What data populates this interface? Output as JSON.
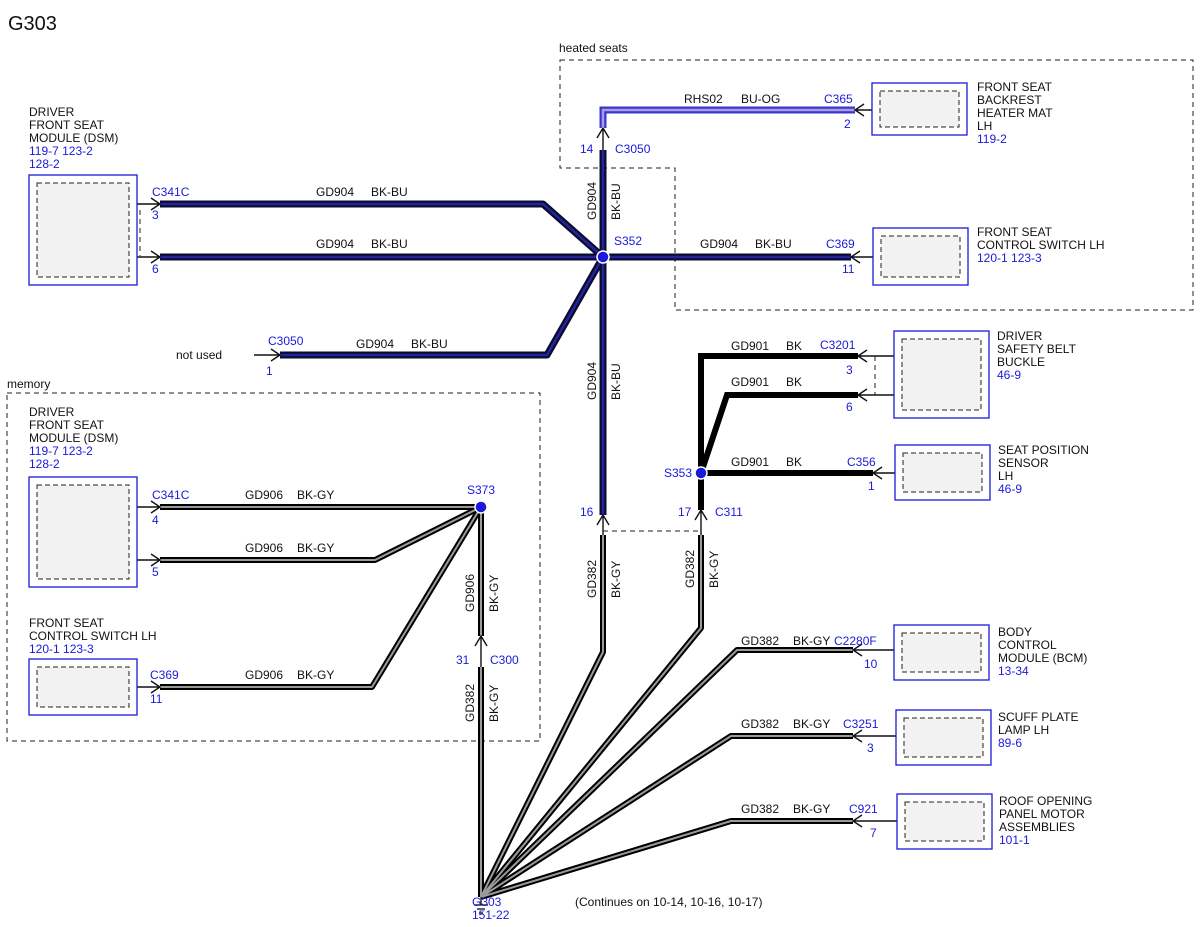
{
  "page_title": "G303",
  "sections": {
    "heated": "heated seats",
    "memory": "memory"
  },
  "not_used": "not used",
  "continues": "(Continues on 10-14, 10-16, 10-17)",
  "components": [
    {
      "id": "dsm-top",
      "lines": [
        "DRIVER",
        "FRONT SEAT",
        "MODULE (DSM)"
      ],
      "refs": [
        "119-7  123-2",
        "128-2"
      ]
    },
    {
      "id": "backrest",
      "lines": [
        "FRONT SEAT",
        "BACKREST",
        "HEATER MAT",
        "LH"
      ],
      "refs": [
        "119-2"
      ]
    },
    {
      "id": "switch-right",
      "lines": [
        "FRONT SEAT",
        "CONTROL SWITCH LH"
      ],
      "refs": [
        "120-1  123-3"
      ]
    },
    {
      "id": "buckle",
      "lines": [
        "DRIVER",
        "SAFETY BELT",
        "BUCKLE"
      ],
      "refs": [
        "46-9"
      ]
    },
    {
      "id": "pos-sensor",
      "lines": [
        "SEAT POSITION",
        "SENSOR",
        "LH"
      ],
      "refs": [
        "46-9"
      ]
    },
    {
      "id": "dsm-mem",
      "lines": [
        "DRIVER",
        "FRONT SEAT",
        "MODULE (DSM)"
      ],
      "refs": [
        "119-7  123-2",
        "128-2"
      ]
    },
    {
      "id": "switch-mem",
      "lines": [
        "FRONT SEAT",
        "CONTROL SWITCH LH"
      ],
      "refs": [
        "120-1  123-3"
      ]
    },
    {
      "id": "bcm",
      "lines": [
        "BODY",
        "CONTROL",
        "MODULE (BCM)"
      ],
      "refs": [
        "13-34"
      ]
    },
    {
      "id": "scuff",
      "lines": [
        "SCUFF PLATE",
        "LAMP LH"
      ],
      "refs": [
        "89-6"
      ]
    },
    {
      "id": "roof",
      "lines": [
        "ROOF OPENING",
        "PANEL MOTOR",
        "ASSEMBLIES"
      ],
      "refs": [
        "101-1"
      ]
    }
  ],
  "connectors": [
    {
      "id": "c341c-top",
      "name": "C341C",
      "pins": [
        "3",
        "6"
      ]
    },
    {
      "id": "c3050-top",
      "name": "C3050",
      "pins": [
        "14"
      ]
    },
    {
      "id": "c365",
      "name": "C365",
      "pins": [
        "2"
      ]
    },
    {
      "id": "c369-right",
      "name": "C369",
      "pins": [
        "11"
      ]
    },
    {
      "id": "c3050-left",
      "name": "C3050",
      "pins": [
        "1"
      ]
    },
    {
      "id": "c3201",
      "name": "C3201",
      "pins": [
        "3",
        "6"
      ]
    },
    {
      "id": "c356",
      "name": "C356",
      "pins": [
        "1"
      ]
    },
    {
      "id": "c311",
      "name": "C311",
      "pins": [
        "16",
        "17"
      ]
    },
    {
      "id": "c341c-mem",
      "name": "C341C",
      "pins": [
        "4",
        "5"
      ]
    },
    {
      "id": "c369-mem",
      "name": "C369",
      "pins": [
        "11"
      ]
    },
    {
      "id": "c300",
      "name": "C300",
      "pins": [
        "31"
      ]
    },
    {
      "id": "c2280f",
      "name": "C2280F",
      "pins": [
        "10"
      ]
    },
    {
      "id": "c3251",
      "name": "C3251",
      "pins": [
        "3"
      ]
    },
    {
      "id": "c921",
      "name": "C921",
      "pins": [
        "7"
      ]
    }
  ],
  "splices": [
    "S352",
    "S353",
    "S373"
  ],
  "ground": {
    "name": "G303",
    "ref": "151-22"
  },
  "wires": {
    "rhs02": {
      "circuit": "RHS02",
      "color": "BU-OG"
    },
    "gd904": {
      "circuit": "GD904",
      "color": "BK-BU"
    },
    "gd901": {
      "circuit": "GD901",
      "color": "BK"
    },
    "gd906": {
      "circuit": "GD906",
      "color": "BK-GY"
    },
    "gd382": {
      "circuit": "GD382",
      "color": "BK-GY"
    }
  },
  "colors": {
    "label_blue": "#1a1adc",
    "bu_og_outer": "#3a36c8",
    "bu_og_inner": "#a99be8",
    "bk_bu_outer": "#0b0b30",
    "bk_bu_inner": "#23239c",
    "bk": "#000000",
    "bk_gy_outer": "#000000",
    "bk_gy_inner": "#9a9a9a"
  }
}
